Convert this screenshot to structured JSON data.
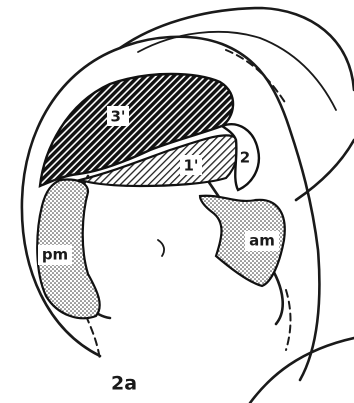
{
  "figure": {
    "caption": "2a",
    "regions": [
      {
        "key": "region_3",
        "label": "3'",
        "pattern": "dense-hatch"
      },
      {
        "key": "region_1",
        "label": "1'",
        "pattern": "light-hatch"
      },
      {
        "key": "region_2",
        "label": "2",
        "pattern": "none"
      },
      {
        "key": "region_am",
        "label": "am",
        "pattern": "stipple"
      },
      {
        "key": "region_pm",
        "label": "pm",
        "pattern": "stipple"
      }
    ]
  },
  "labels": {
    "region_3": "3'",
    "region_1": "1'",
    "region_2": "2",
    "region_am": "am",
    "region_pm": "pm",
    "caption": "2a"
  }
}
